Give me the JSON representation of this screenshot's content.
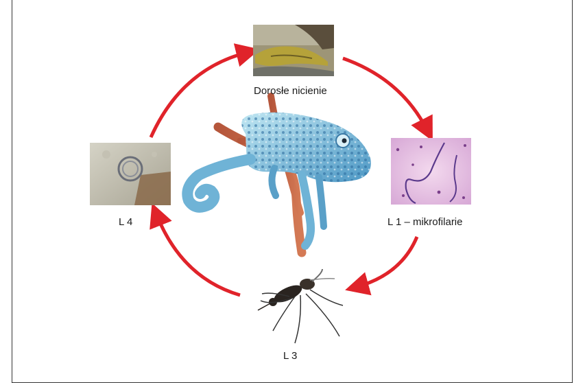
{
  "diagram": {
    "stages": [
      {
        "id": "adult",
        "label": "Dorosłe nicienie"
      },
      {
        "id": "l1",
        "label": "L 1 – mikrofilarie"
      },
      {
        "id": "l3",
        "label": "L 3"
      },
      {
        "id": "l4",
        "label": "L 4"
      }
    ],
    "arrow_color": "#e0232a"
  }
}
